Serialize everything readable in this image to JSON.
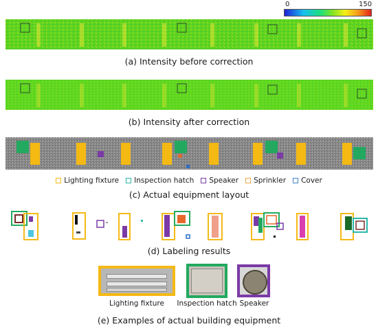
{
  "colorbar": {
    "min_label": "0",
    "max_label": "150",
    "colors": [
      "#1f1fd6",
      "#17c0f0",
      "#1ee07a",
      "#7fe324",
      "#f5ef18",
      "#f59a1a",
      "#e3211c"
    ]
  },
  "captions": {
    "a": "(a) Intensity before correction",
    "b": "(b) Intensity after correction",
    "c": "(c) Actual equipment layout",
    "d": "(d) Labeling results",
    "e": "(e) Examples of actual building equipment"
  },
  "legend": [
    {
      "label": "Lighting fixture",
      "color": "#f5b914"
    },
    {
      "label": "Inspection hatch",
      "color": "#2ab7a8"
    },
    {
      "label": "Speaker",
      "color": "#7b3aa6"
    },
    {
      "label": "Sprinkler",
      "color": "#f0a64a"
    },
    {
      "label": "Cover",
      "color": "#3f86c8"
    }
  ],
  "examples": {
    "lighting": "Lighting fixture",
    "hatch": "Inspection hatch",
    "speaker": "Speaker"
  },
  "colors": {
    "lighting": "#f5b914",
    "hatch": "#23a95f",
    "speaker": "#7b3aa6",
    "sprinkler": "#e8682a",
    "cover": "#2d6cc4",
    "intensity_green": "#5fd41e"
  }
}
